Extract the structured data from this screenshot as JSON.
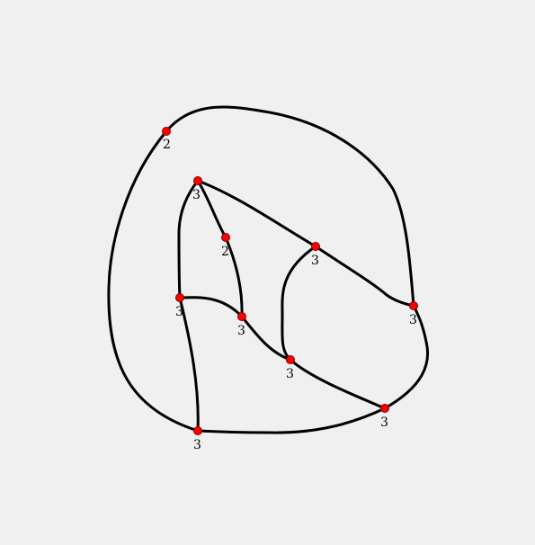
{
  "graph": {
    "node_color": "#ff0000",
    "edge_color": "#000000",
    "background": "#f0f0f0",
    "nodes": [
      {
        "id": "a",
        "label": "2"
      },
      {
        "id": "b",
        "label": "3"
      },
      {
        "id": "c",
        "label": "2"
      },
      {
        "id": "d",
        "label": "3"
      },
      {
        "id": "e",
        "label": "3"
      },
      {
        "id": "f",
        "label": "3"
      },
      {
        "id": "g",
        "label": "3"
      },
      {
        "id": "h",
        "label": "3"
      },
      {
        "id": "i",
        "label": "3"
      },
      {
        "id": "j",
        "label": "3"
      }
    ],
    "edges": [
      [
        "a",
        "i"
      ],
      [
        "a",
        "j"
      ],
      [
        "b",
        "c"
      ],
      [
        "b",
        "f"
      ],
      [
        "b",
        "d"
      ],
      [
        "c",
        "e"
      ],
      [
        "d",
        "e"
      ],
      [
        "d",
        "j"
      ],
      [
        "e",
        "g"
      ],
      [
        "f",
        "g"
      ],
      [
        "f",
        "i"
      ],
      [
        "g",
        "h"
      ],
      [
        "h",
        "i"
      ],
      [
        "h",
        "j"
      ]
    ]
  }
}
